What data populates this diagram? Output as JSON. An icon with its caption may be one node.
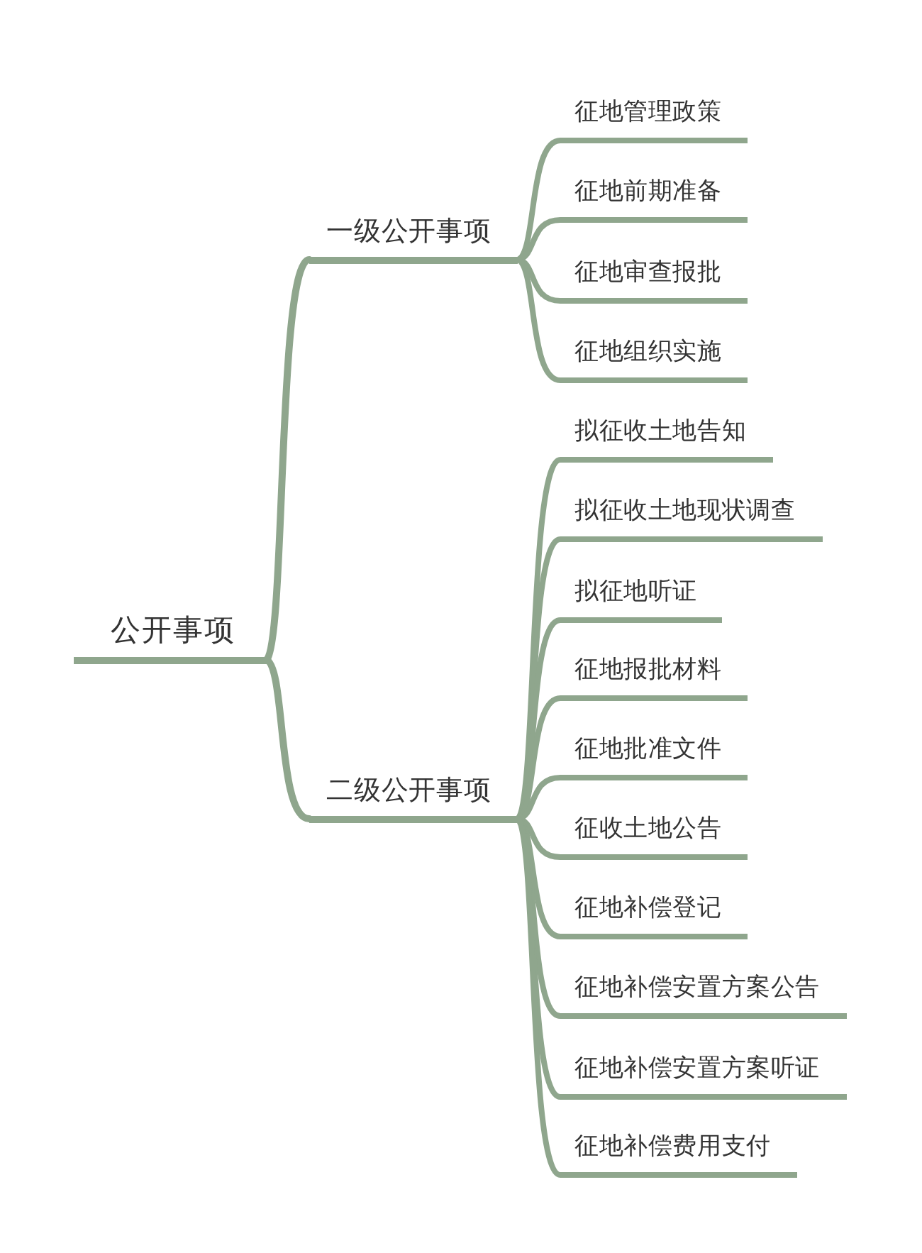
{
  "diagram": {
    "nodes": [
      {
        "text": [
          "公开事项"
        ]
      },
      {
        "text": [
          "一级公开事项"
        ]
      },
      {
        "text": [
          "征地管理政策"
        ]
      },
      {
        "text": [
          "征地前期准备"
        ]
      },
      {
        "text": [
          "征地审查报批"
        ]
      },
      {
        "text": [
          "征地组织实施"
        ]
      },
      {
        "text": [
          "二级公开事项"
        ]
      },
      {
        "text": [
          "拟征收土地告知"
        ]
      },
      {
        "text": [
          "拟征收土地现状调查"
        ]
      },
      {
        "text": [
          "拟征地听证"
        ]
      },
      {
        "text": [
          "征地报批材料"
        ]
      },
      {
        "text": [
          "征地批准文件"
        ]
      },
      {
        "text": [
          "征收土地公告"
        ]
      },
      {
        "text": [
          "征地补偿登记"
        ]
      },
      {
        "text": [
          "征地补偿安置方案公告"
        ]
      },
      {
        "text": [
          "征地补偿安置方案听证"
        ]
      },
      {
        "text": [
          "征地补偿费用支付"
        ]
      }
    ],
    "edges": [
      {
        "from": 0,
        "to": 1,
        "arrow": "none"
      },
      {
        "from": 0,
        "to": 6,
        "arrow": "none"
      },
      {
        "from": 1,
        "to": 2,
        "arrow": "none"
      },
      {
        "from": 1,
        "to": 3,
        "arrow": "none"
      },
      {
        "from": 1,
        "to": 4,
        "arrow": "none"
      },
      {
        "from": 1,
        "to": 5,
        "arrow": "none"
      },
      {
        "from": 6,
        "to": 7,
        "arrow": "none"
      },
      {
        "from": 6,
        "to": 8,
        "arrow": "none"
      },
      {
        "from": 6,
        "to": 9,
        "arrow": "none"
      },
      {
        "from": 6,
        "to": 10,
        "arrow": "none"
      },
      {
        "from": 6,
        "to": 11,
        "arrow": "none"
      },
      {
        "from": 6,
        "to": 12,
        "arrow": "none"
      },
      {
        "from": 6,
        "to": 13,
        "arrow": "none"
      },
      {
        "from": 6,
        "to": 14,
        "arrow": "none"
      },
      {
        "from": 6,
        "to": 15,
        "arrow": "none"
      },
      {
        "from": 6,
        "to": 16,
        "arrow": "none"
      }
    ]
  }
}
